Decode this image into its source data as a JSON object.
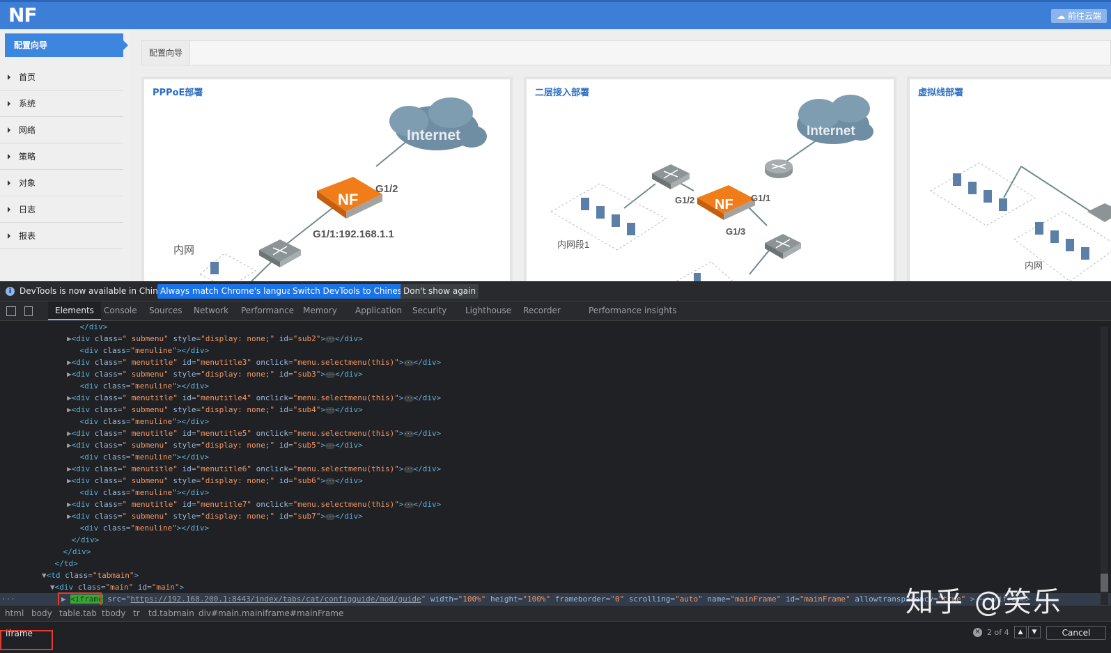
{
  "header": {
    "logo": "NF",
    "cloud_button": "☁ 前往云端"
  },
  "sidebar": {
    "guide": "配置向导",
    "items": [
      "首页",
      "系统",
      "网络",
      "策略",
      "对象",
      "日志",
      "报表"
    ]
  },
  "breadcrumb": "配置向导",
  "cards": [
    {
      "title": "PPPoE部署",
      "labels": {
        "cloud": "Internet",
        "device": "NF",
        "g12": "G1/2",
        "g11": "G1/1:192.168.1.1",
        "lan": "内网"
      }
    },
    {
      "title": "二层接入部署",
      "labels": {
        "cloud": "Internet",
        "device": "NF",
        "g12": "G1/2",
        "g11": "G1/1",
        "g13": "G1/3",
        "lan": "内网段1"
      }
    },
    {
      "title": "虚拟线部署",
      "labels": {
        "lan": "内网"
      }
    }
  ],
  "devtools": {
    "infobar": {
      "text": "DevTools is now available in Chinese!",
      "btn1": "Always match Chrome's language",
      "btn2": "Switch DevTools to Chinese",
      "btn3": "Don't show again"
    },
    "tabs": [
      "Elements",
      "Console",
      "Sources",
      "Network",
      "Performance",
      "Memory",
      "Application",
      "Security",
      "Lighthouse",
      "Recorder",
      "Performance insights"
    ],
    "active_tab": "Elements",
    "code": [
      {
        "indent": 9,
        "tri": "",
        "tag": "</div>"
      },
      {
        "indent": 8,
        "tri": "▶",
        "tag": "<div ",
        "attrs": [
          [
            "class",
            "\" submenu\""
          ],
          [
            "style",
            "\"display: none;\""
          ],
          [
            "id",
            "\"sub2\""
          ]
        ],
        "end": ">",
        "ellipsis": true,
        "close": "</div>"
      },
      {
        "indent": 9,
        "tri": "",
        "tag": "<div ",
        "attrs": [
          [
            "class",
            "\"menuline\""
          ]
        ],
        "end": ">",
        "close": "</div>"
      },
      {
        "indent": 8,
        "tri": "▶",
        "tag": "<div ",
        "attrs": [
          [
            "class",
            "\" menutitle\""
          ],
          [
            "id",
            "\"menutitle3\""
          ],
          [
            "onclick",
            "\"menu.selectmenu(this)\""
          ]
        ],
        "end": ">",
        "ellipsis": true,
        "close": "</div>"
      },
      {
        "indent": 8,
        "tri": "▶",
        "tag": "<div ",
        "attrs": [
          [
            "class",
            "\" submenu\""
          ],
          [
            "style",
            "\"display: none;\""
          ],
          [
            "id",
            "\"sub3\""
          ]
        ],
        "end": ">",
        "ellipsis": true,
        "close": "</div>"
      },
      {
        "indent": 9,
        "tri": "",
        "tag": "<div ",
        "attrs": [
          [
            "class",
            "\"menuline\""
          ]
        ],
        "end": ">",
        "close": "</div>"
      },
      {
        "indent": 8,
        "tri": "▶",
        "tag": "<div ",
        "attrs": [
          [
            "class",
            "\" menutitle\""
          ],
          [
            "id",
            "\"menutitle4\""
          ],
          [
            "onclick",
            "\"menu.selectmenu(this)\""
          ]
        ],
        "end": ">",
        "ellipsis": true,
        "close": "</div>"
      },
      {
        "indent": 8,
        "tri": "▶",
        "tag": "<div ",
        "attrs": [
          [
            "class",
            "\" submenu\""
          ],
          [
            "style",
            "\"display: none;\""
          ],
          [
            "id",
            "\"sub4\""
          ]
        ],
        "end": ">",
        "ellipsis": true,
        "close": "</div>"
      },
      {
        "indent": 9,
        "tri": "",
        "tag": "<div ",
        "attrs": [
          [
            "class",
            "\"menuline\""
          ]
        ],
        "end": ">",
        "close": "</div>"
      },
      {
        "indent": 8,
        "tri": "▶",
        "tag": "<div ",
        "attrs": [
          [
            "class",
            "\" menutitle\""
          ],
          [
            "id",
            "\"menutitle5\""
          ],
          [
            "onclick",
            "\"menu.selectmenu(this)\""
          ]
        ],
        "end": ">",
        "ellipsis": true,
        "close": "</div>"
      },
      {
        "indent": 8,
        "tri": "▶",
        "tag": "<div ",
        "attrs": [
          [
            "class",
            "\" submenu\""
          ],
          [
            "style",
            "\"display: none;\""
          ],
          [
            "id",
            "\"sub5\""
          ]
        ],
        "end": ">",
        "ellipsis": true,
        "close": "</div>"
      },
      {
        "indent": 9,
        "tri": "",
        "tag": "<div ",
        "attrs": [
          [
            "class",
            "\"menuline\""
          ]
        ],
        "end": ">",
        "close": "</div>"
      },
      {
        "indent": 8,
        "tri": "▶",
        "tag": "<div ",
        "attrs": [
          [
            "class",
            "\" menutitle\""
          ],
          [
            "id",
            "\"menutitle6\""
          ],
          [
            "onclick",
            "\"menu.selectmenu(this)\""
          ]
        ],
        "end": ">",
        "ellipsis": true,
        "close": "</div>"
      },
      {
        "indent": 8,
        "tri": "▶",
        "tag": "<div ",
        "attrs": [
          [
            "class",
            "\" submenu\""
          ],
          [
            "style",
            "\"display: none;\""
          ],
          [
            "id",
            "\"sub6\""
          ]
        ],
        "end": ">",
        "ellipsis": true,
        "close": "</div>"
      },
      {
        "indent": 9,
        "tri": "",
        "tag": "<div ",
        "attrs": [
          [
            "class",
            "\"menuline\""
          ]
        ],
        "end": ">",
        "close": "</div>"
      },
      {
        "indent": 8,
        "tri": "▶",
        "tag": "<div ",
        "attrs": [
          [
            "class",
            "\" menutitle\""
          ],
          [
            "id",
            "\"menutitle7\""
          ],
          [
            "onclick",
            "\"menu.selectmenu(this)\""
          ]
        ],
        "end": ">",
        "ellipsis": true,
        "close": "</div>"
      },
      {
        "indent": 8,
        "tri": "▶",
        "tag": "<div ",
        "attrs": [
          [
            "class",
            "\" submenu\""
          ],
          [
            "style",
            "\"display: none;\""
          ],
          [
            "id",
            "\"sub7\""
          ]
        ],
        "end": ">",
        "ellipsis": true,
        "close": "</div>"
      },
      {
        "indent": 9,
        "tri": "",
        "tag": "<div ",
        "attrs": [
          [
            "class",
            "\"menuline\""
          ]
        ],
        "end": ">",
        "close": "</div>"
      },
      {
        "indent": 8,
        "tri": "",
        "tag": "</div>"
      },
      {
        "indent": 7,
        "tri": "",
        "tag": "</div>"
      },
      {
        "indent": 6,
        "tri": "",
        "tag": "</td>"
      },
      {
        "indent": 5,
        "tri": "▼",
        "tag": "<td ",
        "attrs": [
          [
            "class",
            "\"tabmain\""
          ]
        ],
        "end": ">"
      },
      {
        "indent": 6,
        "tri": "▼",
        "tag": "<div ",
        "attrs": [
          [
            "class",
            "\"main\""
          ],
          [
            "id",
            "\"main\""
          ]
        ],
        "end": ">"
      }
    ],
    "selected_line": {
      "tag": "iframe",
      "src_label": "src",
      "src": "https://192.168.200.1:8443/index/tabs/cat/configguide/mod/guide",
      "attrs": [
        [
          "width",
          "\"100%\""
        ],
        [
          "height",
          "\"100%\""
        ],
        [
          "frameborder",
          "\"0\""
        ],
        [
          "scrolling",
          "\"auto\""
        ],
        [
          "name",
          "\"mainFrame\""
        ],
        [
          "id",
          "\"mainFrame\""
        ],
        [
          "allowtransparency",
          "\"true\""
        ]
      ],
      "tail": "> ⋯ </iframe>"
    },
    "breadcrumbs": [
      "html",
      "body",
      "table.tab",
      "tbody",
      "tr",
      "td.tabmain",
      "div#main.main",
      "iframe#mainFrame"
    ],
    "search": {
      "value": "iframe",
      "count": "2 of 4",
      "cancel": "Cancel"
    }
  },
  "watermark": "知乎 @笑乐",
  "colors": {
    "brand": "#3d7fd6",
    "nf_orange": "#f07d1a",
    "devtools_bg": "#202124",
    "accent": "#8ab4f8"
  }
}
